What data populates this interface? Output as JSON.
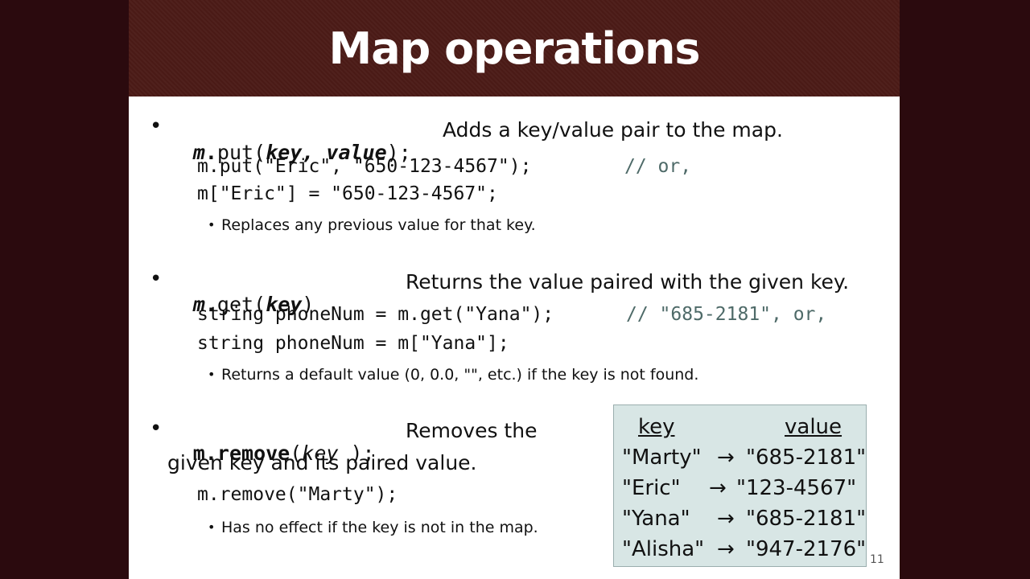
{
  "slide": {
    "title": "Map operations",
    "page_number": "11"
  },
  "put": {
    "obj": "m",
    "dot": ".",
    "method": "put(",
    "param1": "key",
    "comma": ", ",
    "param2": "value",
    "close": ");",
    "description": "Adds a key/value pair to the map.",
    "code_line1": "m.put(\"Eric\", \"650-123-4567\");",
    "code_line1_comment": "// or,",
    "code_line2": "m[\"Eric\"] = \"650-123-4567\";",
    "note": "Replaces any previous value for that key."
  },
  "get": {
    "obj": "m",
    "dot": ".",
    "method": "get(",
    "param": "key",
    "close": ")",
    "description": "Returns the value paired with the given key.",
    "code_line1": "string phoneNum = m.get(\"Yana\");",
    "code_line1_comment": "// \"685-2181\", or,",
    "code_line2": "string phoneNum = m[\"Yana\"];",
    "note": "Returns a default value (0, 0.0, \"\", etc.) if the key is not found."
  },
  "remove": {
    "obj": "m",
    "method": ".remove",
    "open": "(",
    "param": "key",
    "close": " );",
    "description_line1": "Removes the",
    "description_line2": "given key and its paired value.",
    "code_line": "m.remove(\"Marty\");",
    "note": "Has no effect if the key is not in the map."
  },
  "table": {
    "key_header": "key",
    "value_header": "value",
    "rows": [
      {
        "key": "\"Marty\"",
        "arrow": "→",
        "value": "\"685-2181\""
      },
      {
        "key": "\"Eric\"",
        "arrow": "→",
        "value": "\"123-4567\""
      },
      {
        "key": "\"Yana\"",
        "arrow": "→",
        "value": "\"685-2181\""
      },
      {
        "key": "\"Alisha\"",
        "arrow": "→",
        "value": "\"947-2176\""
      }
    ]
  }
}
